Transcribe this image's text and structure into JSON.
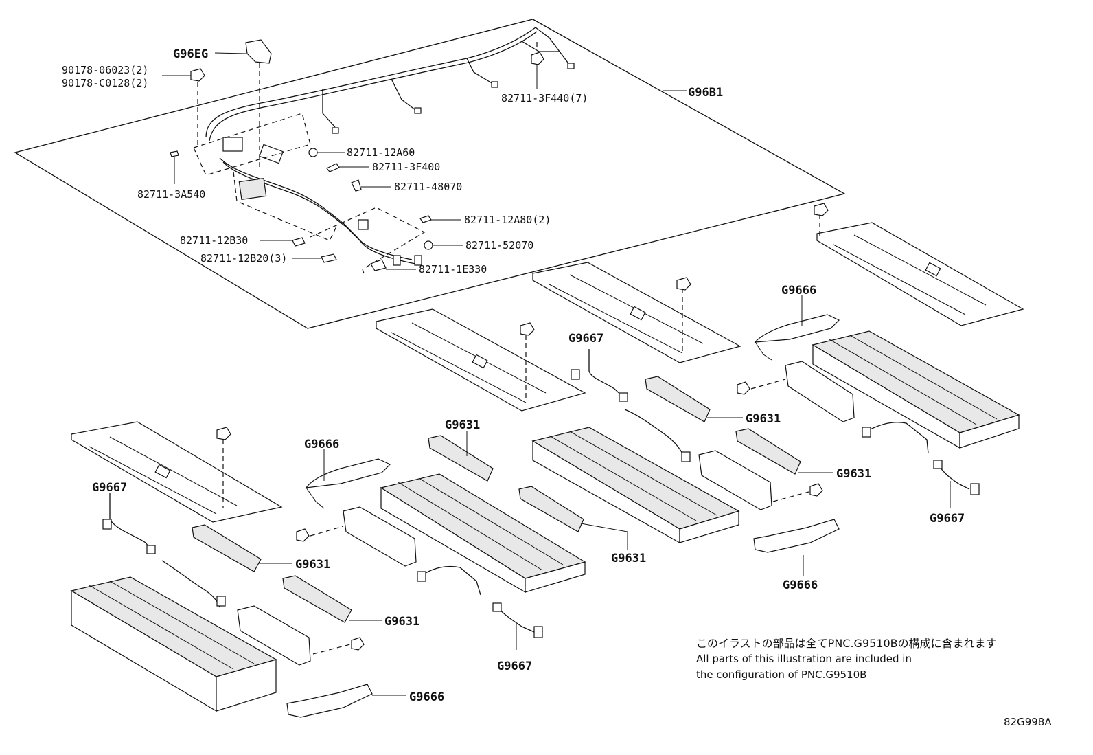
{
  "labels": {
    "g96eg": "G96EG",
    "p90178_06023": "90178-06023(2)",
    "p90178_c0128": "90178-C0128(2)",
    "p82711_3f440": "82711-3F440(7)",
    "g96b1": "G96B1",
    "p82711_12a60": "82711-12A60",
    "p82711_3f400": "82711-3F400",
    "p82711_48070": "82711-48070",
    "p82711_3a540": "82711-3A540",
    "p82711_12a80": "82711-12A80(2)",
    "p82711_12b30": "82711-12B30",
    "p82711_52070": "82711-52070",
    "p82711_12b20": "82711-12B20(3)",
    "p82711_1e330": "82711-1E330",
    "g9666_a": "G9666",
    "g9667_a": "G9667",
    "g9631_a": "G9631",
    "g9631_b": "G9631",
    "g9666_b": "G9666",
    "g9631_c": "G9631",
    "g9667_b": "G9667",
    "g9667_c": "G9667",
    "g9631_d": "G9631",
    "g9631_e": "G9631",
    "g9666_c": "G9666",
    "g9631_f": "G9631",
    "g9667_d": "G9667",
    "g9666_d": "G9666"
  },
  "note": {
    "jp": "このイラストの部品は全てPNC.G9510Bの構成に含まれます",
    "en_line1": "All parts of this illustration are included in",
    "en_line2": "the configuration of PNC.G9510B"
  },
  "figure_id": "82G998A"
}
